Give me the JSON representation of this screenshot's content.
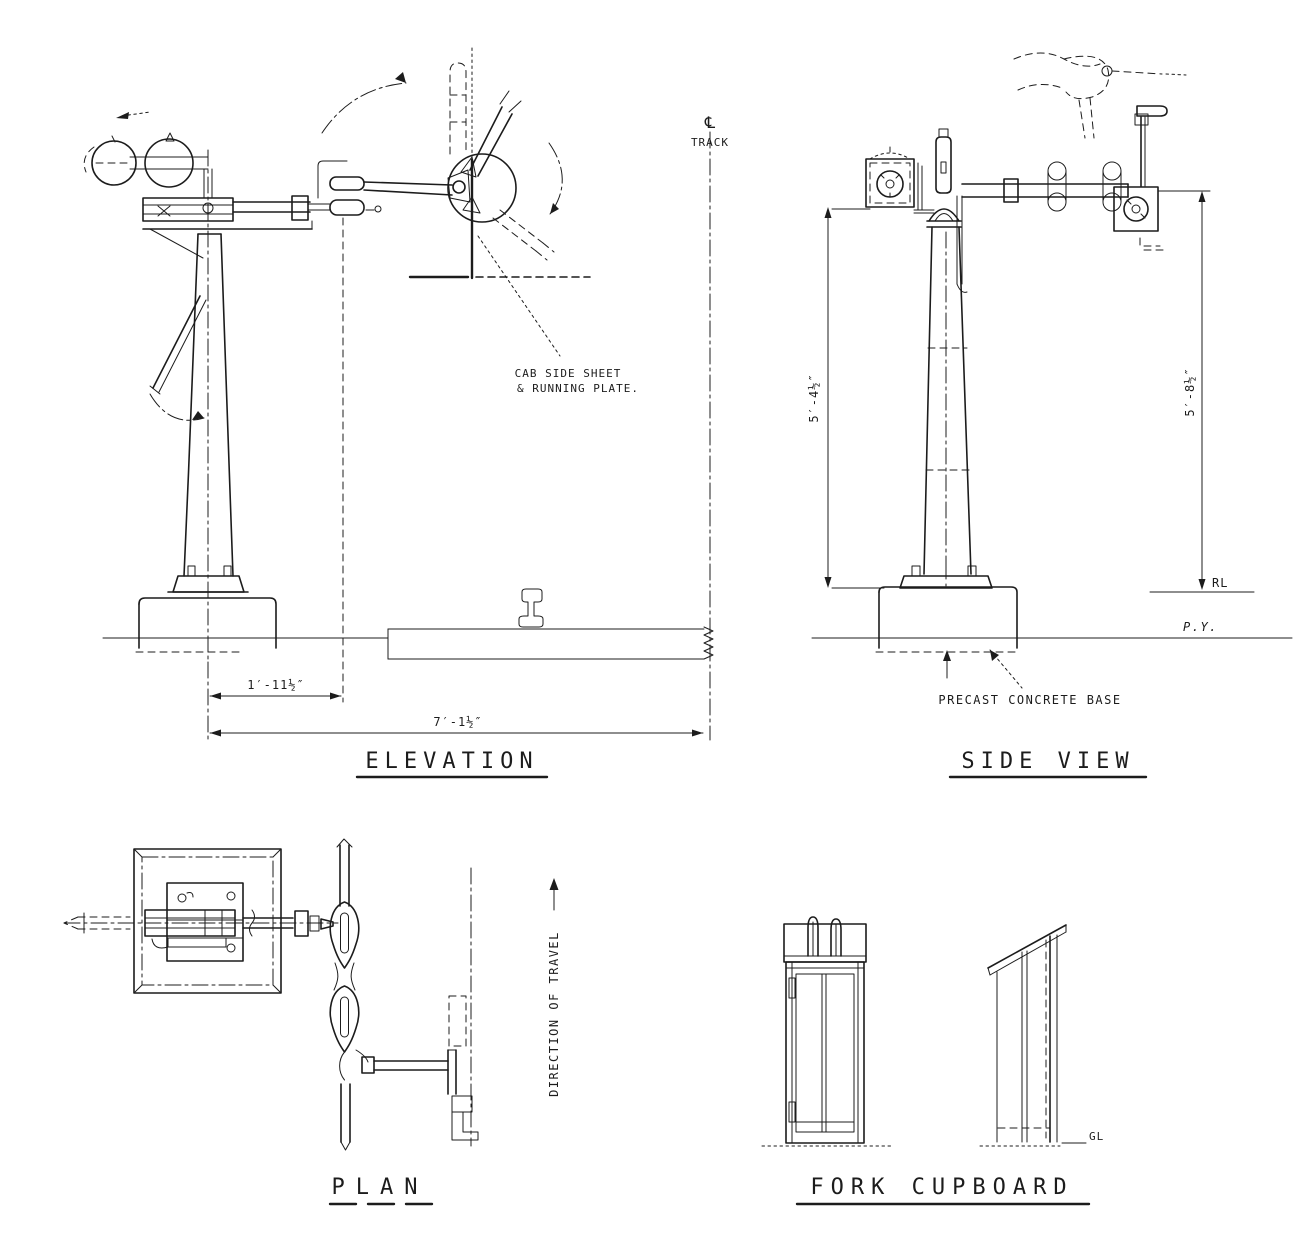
{
  "meta": {
    "paper": "#ffffff",
    "ink": "#1c1c1c"
  },
  "elevation": {
    "title": "ELEVATION",
    "track_symbol": "℄",
    "track_label": "TRACK",
    "cab_note_1": "CAB SIDE SHEET",
    "cab_note_2": "& RUNNING PLATE.",
    "dim_post_to_cab": "1′-11½″",
    "dim_post_to_track": "7′-1½″"
  },
  "side_view": {
    "title": "SIDE VIEW",
    "dim_height_left": "5′-4½″",
    "dim_height_right": "5′-8½″",
    "rail_level_label": "RL",
    "py_label": "P.Y.",
    "base_note": "PRECAST CONCRETE BASE"
  },
  "plan": {
    "title": "PLAN",
    "direction_label": "DIRECTION OF TRAVEL"
  },
  "fork_cupboard": {
    "title": "FORK CUPBOARD",
    "ground_label": "GL"
  }
}
